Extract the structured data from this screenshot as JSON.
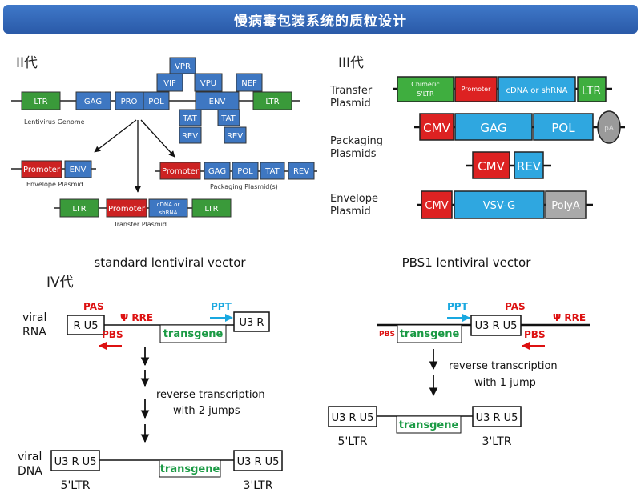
{
  "page": {
    "title": "慢病毒包装系统的质粒设计"
  },
  "colors": {
    "title_bar": "#2f64b4",
    "green": "#3a9a3a",
    "blue": "#3e77c2",
    "red": "#cc2222",
    "light_blue": "#2fa7e0",
    "gray": "#a9a9a9",
    "transgene_green": "#1a9a44",
    "label_red": "#dd1111",
    "ppt_blue": "#19a8e0"
  },
  "gen2": {
    "heading": "II代",
    "genome_caption": "Lentivirus Genome",
    "genome": {
      "ltr_left": "LTR",
      "gag": "GAG",
      "pro": "PRO",
      "pol": "POL",
      "env": "ENV",
      "ltr_right": "LTR",
      "vpr": "VPR",
      "vif": "VIF",
      "vpu": "VPU",
      "nef": "NEF",
      "tat1": "TAT",
      "rev1": "REV",
      "tat2": "TAT",
      "rev2": "REV"
    },
    "envelope": {
      "promoter": "Promoter",
      "env": "ENV",
      "caption": "Envelope Plasmid"
    },
    "packaging": {
      "promoter": "Promoter",
      "gag": "GAG",
      "pol": "POL",
      "tat": "TAT",
      "rev": "REV",
      "caption": "Packaging Plasmid(s)"
    },
    "transfer": {
      "ltr_left": "LTR",
      "promoter": "Promoter",
      "cdna_1": "cDNA or",
      "cdna_2": "shRNA",
      "ltr_right": "LTR",
      "caption": "Transfer Plasmid"
    }
  },
  "gen3": {
    "heading": "III代",
    "transfer_label_1": "Transfer",
    "transfer_label_2": "Plasmid",
    "transfer": {
      "chimeric_1": "Chimeric",
      "chimeric_2": "5'LTR",
      "promoter": "Promoter",
      "cdna": "cDNA or shRNA",
      "ltr": "LTR"
    },
    "packaging_label_1": "Packaging",
    "packaging_label_2": "Plasmids",
    "packaging": {
      "cmv": "CMV",
      "gag": "GAG",
      "pol": "POL",
      "oval": "pA",
      "cmv2": "CMV",
      "rev": "REV"
    },
    "envelope_label_1": "Envelope",
    "envelope_label_2": "Plasmid",
    "envelope": {
      "cmv": "CMV",
      "vsvg": "VSV-G",
      "polya": "PolyA"
    }
  },
  "gen4": {
    "heading": "IV代",
    "standard": {
      "title": "standard lentiviral vector",
      "rna_label_1": "viral",
      "rna_label_2": "RNA",
      "ru5": "R U5",
      "u3r": "U3 R",
      "transgene": "transgene",
      "pas": "PAS",
      "psi_rre": "Ψ RRE",
      "pbs": "PBS",
      "ppt": "PPT",
      "rt_1": "reverse transcription",
      "rt_2": "with 2 jumps",
      "dna_label_1": "viral",
      "dna_label_2": "DNA",
      "ltr5_box": "U3 R U5",
      "ltr3_box": "U3 R U5",
      "dna_transgene": "transgene",
      "ltr5": "5'LTR",
      "ltr3": "3'LTR"
    },
    "pbs1": {
      "title": "PBS1 lentiviral vector",
      "pbs": "PBS",
      "transgene": "transgene",
      "ppt": "PPT",
      "pas": "PAS",
      "u3ru5": "U3 R U5",
      "psi_rre": "Ψ RRE",
      "pbs_right": "PBS",
      "rt_1": "reverse transcription",
      "rt_2": "with 1 jump",
      "ltr5_box": "U3 R U5",
      "ltr3_box": "U3 R U5",
      "dna_transgene": "transgene",
      "ltr5": "5'LTR",
      "ltr3": "3'LTR"
    }
  }
}
